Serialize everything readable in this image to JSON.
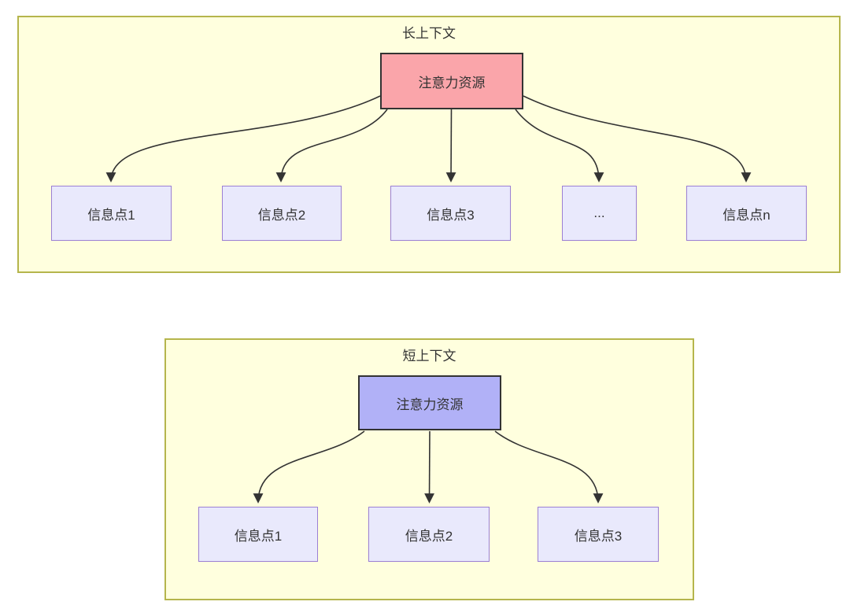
{
  "palette": {
    "cluster_background": "#ffffde",
    "cluster_border": "#b5b54c",
    "info_node_background": "#e9e9fc",
    "info_node_border": "#9b7fd4",
    "long_context_root_background": "#faa5aa",
    "short_context_root_background": "#b1b1f7",
    "root_node_border": "#333333",
    "edge_color": "#333333",
    "text_color": "#333333"
  },
  "diagram": {
    "clusters": [
      {
        "title": "长上下文",
        "root": {
          "label": "注意力资源"
        },
        "children": [
          {
            "label": "信息点1"
          },
          {
            "label": "信息点2"
          },
          {
            "label": "信息点3"
          },
          {
            "label": "..."
          },
          {
            "label": "信息点n"
          }
        ]
      },
      {
        "title": "短上下文",
        "root": {
          "label": "注意力资源"
        },
        "children": [
          {
            "label": "信息点1"
          },
          {
            "label": "信息点2"
          },
          {
            "label": "信息点3"
          }
        ]
      }
    ]
  }
}
